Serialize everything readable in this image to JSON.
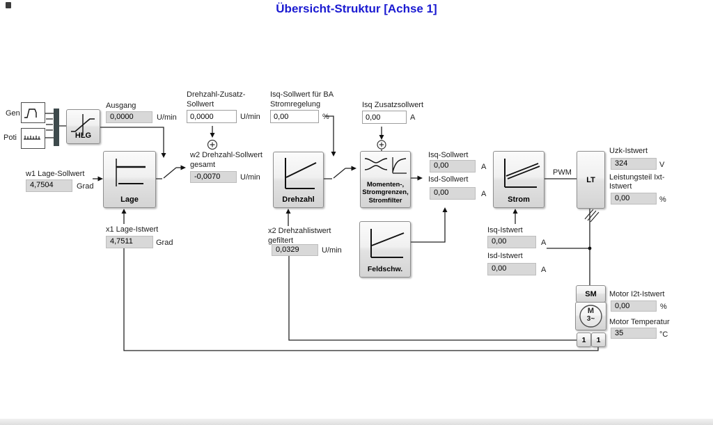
{
  "title": "Übersicht-Struktur [Achse 1]",
  "colors": {
    "title_blue": "#1a1ad1",
    "selector_bar": "#3e4a4c",
    "line": "#222222",
    "block_border": "#8d8d8d",
    "readonly_field": "#d8d8d8"
  },
  "sources": {
    "gen_label": "Gen",
    "poti_label": "Poti"
  },
  "blocks": {
    "hlg": "HLG",
    "lage": "Lage",
    "drehzahl": "Drehzahl",
    "momenten1": "Momenten-,",
    "momenten2": "Stromgrenzen,",
    "momenten3": "Stromfilter",
    "feldschw": "Feldschw.",
    "strom": "Strom",
    "lt": "LT",
    "sm": "SM",
    "motor_letter": "M",
    "motor_phases": "3~",
    "encoder_left": "1",
    "encoder_right": "1"
  },
  "signals": {
    "pwm": "PWM"
  },
  "fields": {
    "ausgang": {
      "label": "Ausgang",
      "value": "0,0000",
      "unit": "U/min"
    },
    "w1_lage_sollwert": {
      "label": "w1 Lage-Sollwert",
      "value": "4,7504",
      "unit": "Grad"
    },
    "x1_lage_istwert": {
      "label": "x1 Lage-Istwert",
      "value": "4,7511",
      "unit": "Grad"
    },
    "drehzahl_zusatz": {
      "label1": "Drehzahl-Zusatz-",
      "label2": "Sollwert",
      "value": "0,0000",
      "unit": "U/min"
    },
    "w2_drehzahl": {
      "label1": "w2 Drehzahl-Sollwert",
      "label2": "gesamt",
      "value": "-0,0070",
      "unit": "U/min"
    },
    "x2_drehzahl": {
      "label1": "x2 Drehzahlistwert",
      "label2": "gefiltert",
      "value": "0,0329",
      "unit": "U/min"
    },
    "isq_ba": {
      "label1": "Isq-Sollwert für BA",
      "label2": "Stromregelung",
      "value": "0,00",
      "unit": "%"
    },
    "isq_zusatz": {
      "label": "Isq Zusatzsollwert",
      "value": "0,00",
      "unit": "A"
    },
    "isq_sollwert": {
      "label": "Isq-Sollwert",
      "value": "0,00",
      "unit": "A"
    },
    "isd_sollwert": {
      "label": "Isd-Sollwert",
      "value": "0,00",
      "unit": "A"
    },
    "isq_istwert": {
      "label": "Isq-Istwert",
      "value": "0,00",
      "unit": "A"
    },
    "isd_istwert": {
      "label": "Isd-Istwert",
      "value": "0,00",
      "unit": "A"
    },
    "uzk_istwert": {
      "label": "Uzk-Istwert",
      "value": "324",
      "unit": "V"
    },
    "leistungsteil_ixt": {
      "label1": "Leistungsteil Ixt-",
      "label2": "Istwert",
      "value": "0,00",
      "unit": "%"
    },
    "motor_i2t": {
      "label": "Motor I2t-Istwert",
      "value": "0,00",
      "unit": "%"
    },
    "motor_temperatur": {
      "label": "Motor Temperatur",
      "value": "35",
      "unit": "°C"
    }
  }
}
